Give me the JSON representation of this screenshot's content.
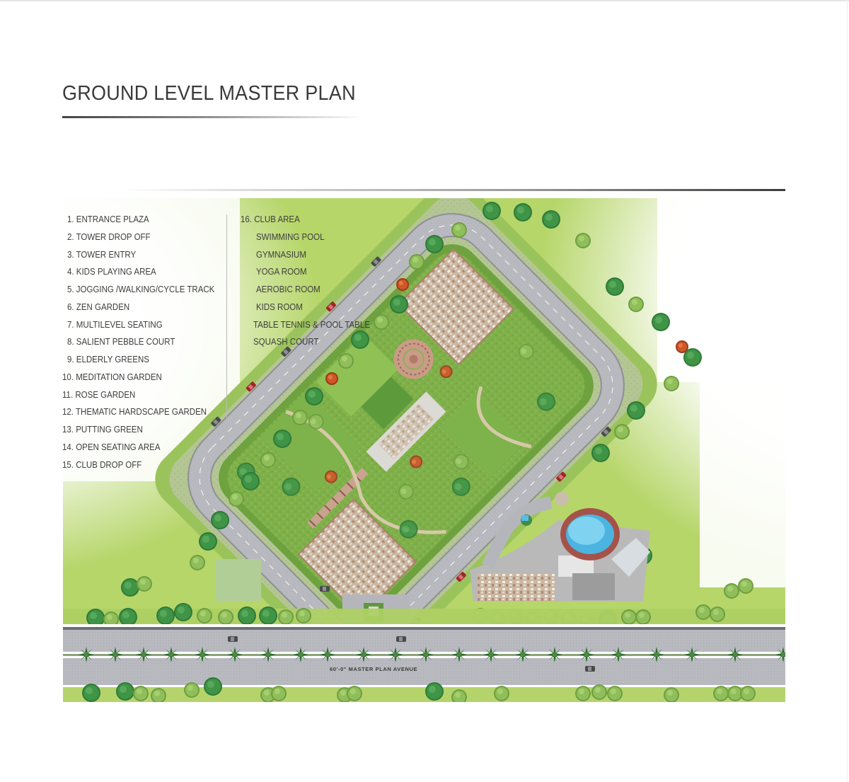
{
  "page": {
    "title": "GROUND LEVEL MASTER PLAN"
  },
  "legend": {
    "column_1": [
      {
        "num": "1.",
        "label": "ENTRANCE PLAZA"
      },
      {
        "num": "2.",
        "label": "TOWER DROP OFF"
      },
      {
        "num": "3.",
        "label": "TOWER ENTRY"
      },
      {
        "num": "4.",
        "label": "KIDS PLAYING AREA"
      },
      {
        "num": "5.",
        "label": "JOGGING /WALKING/CYCLE TRACK"
      },
      {
        "num": "6.",
        "label": "ZEN GARDEN"
      },
      {
        "num": "7.",
        "label": "MULTILEVEL SEATING"
      },
      {
        "num": "8.",
        "label": "SALIENT PEBBLE COURT"
      },
      {
        "num": "9.",
        "label": "ELDERLY GREENS"
      },
      {
        "num": "10.",
        "label": "MEDITATION GARDEN"
      },
      {
        "num": "11.",
        "label": "ROSE GARDEN"
      },
      {
        "num": "12.",
        "label": "THEMATIC HARDSCAPE GARDEN"
      },
      {
        "num": "13.",
        "label": "PUTTING GREEN"
      },
      {
        "num": "14.",
        "label": "OPEN SEATING AREA"
      },
      {
        "num": "15.",
        "label": "CLUB DROP OFF"
      }
    ],
    "column_2": {
      "heading": {
        "num": "16.",
        "label": "CLUB AREA"
      },
      "sub_items": [
        "SWIMMING POOL",
        "GYMNASIUM",
        "YOGA ROOM",
        "AEROBIC ROOM",
        "KIDS ROOM",
        "TABLE TENNIS & POOL TABLE",
        "SQUASH COURT"
      ]
    }
  },
  "map": {
    "road_label": "60'-0\" MASTER PLAN AVENUE",
    "colors": {
      "lawn": "#b9d86f",
      "lawn_light": "#d7eaa6",
      "road": "#b8b9bf",
      "road_edge": "#8e8f95",
      "tree_dark": "#3f8f45",
      "tree_light": "#8fbe5a",
      "pool": "#6fc6ea",
      "deck": "#a4524a",
      "building": "#d7c4ae"
    }
  }
}
